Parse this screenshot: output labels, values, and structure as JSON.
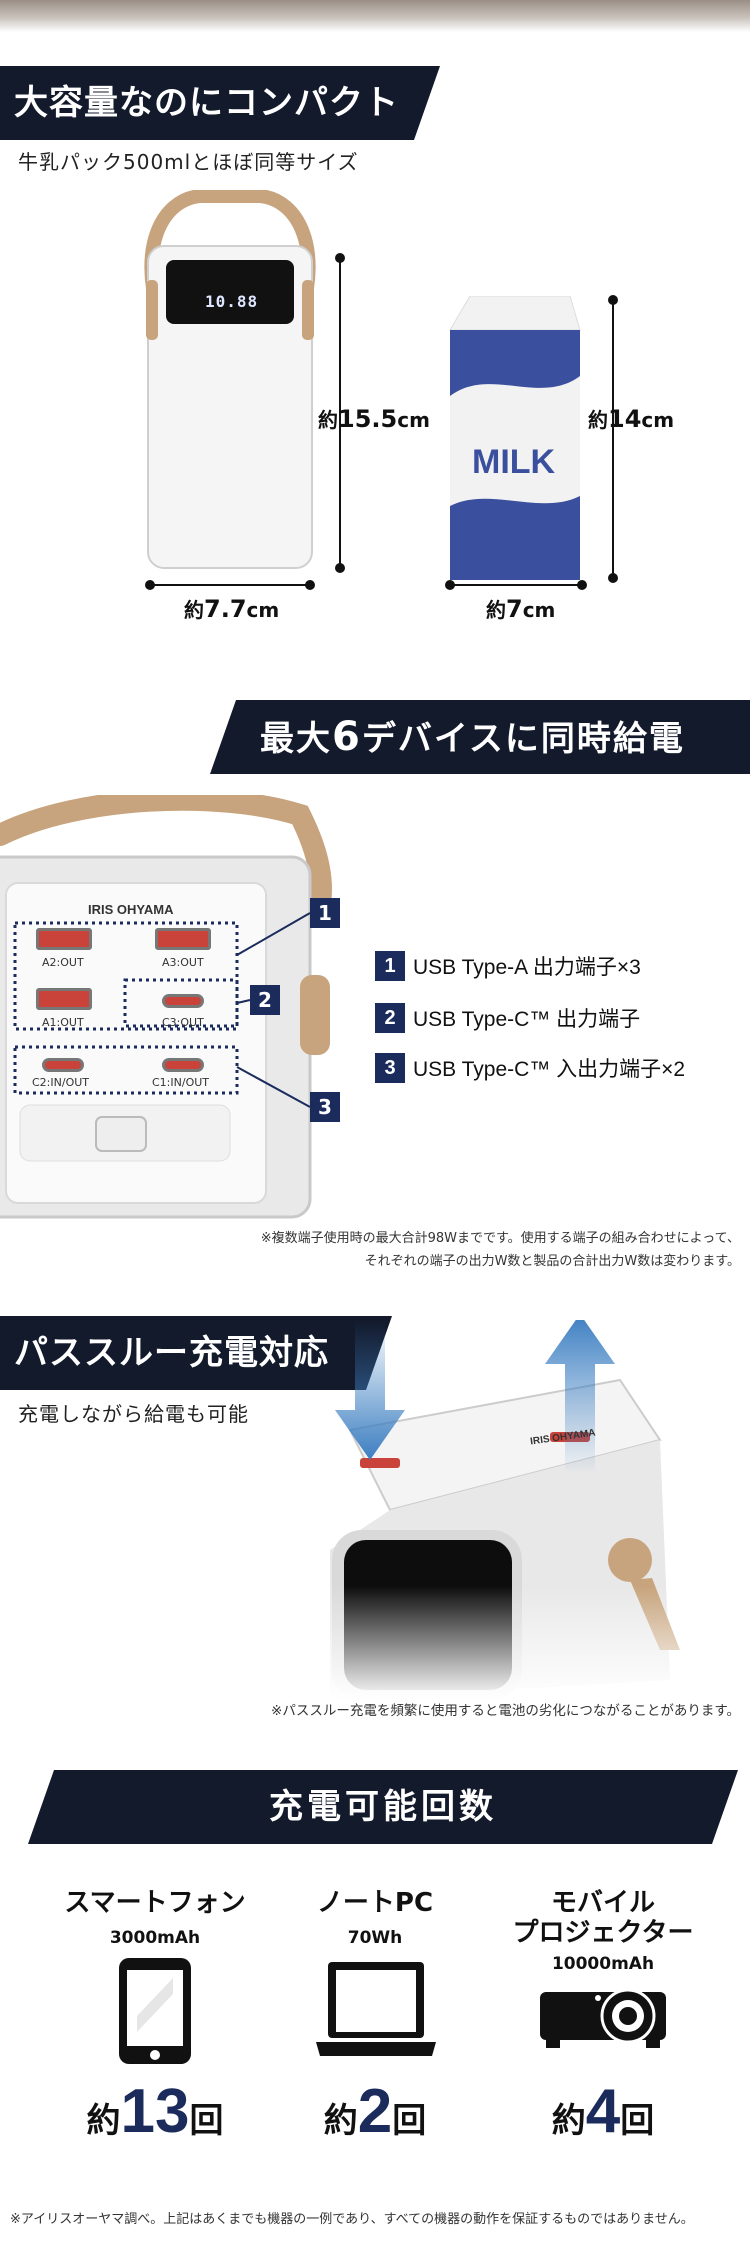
{
  "section_compact": {
    "title": "大容量なのにコンパクト",
    "subtitle": "牛乳パック500mlとほぼ同等サイズ",
    "device_height_prefix": "約",
    "device_height_value": "15.5",
    "device_height_unit": "cm",
    "device_width_prefix": "約",
    "device_width_value": "7.7",
    "device_width_unit": "cm",
    "milk_height_prefix": "約",
    "milk_height_value": "14",
    "milk_height_unit": "cm",
    "milk_width_prefix": "約",
    "milk_width_value": "7",
    "milk_width_unit": "cm",
    "milk_label": "MILK",
    "display_readout": "10.88"
  },
  "section_ports": {
    "title_prefix": "最大",
    "title_number": "6",
    "title_suffix": "デバイスに同時給電",
    "brand": "IRIS OHYAMA",
    "ports": [
      {
        "label": "A2:OUT"
      },
      {
        "label": "A3:OUT"
      },
      {
        "label": "A1:OUT"
      },
      {
        "label": "C3:OUT"
      },
      {
        "label": "C2:IN/OUT"
      },
      {
        "label": "C1:IN/OUT"
      }
    ],
    "legend": [
      {
        "num": "1",
        "text": "USB Type-A 出力端子×3"
      },
      {
        "num": "2",
        "text": "USB Type-C™ 出力端子"
      },
      {
        "num": "3",
        "text": "USB Type-C™ 入出力端子×2"
      }
    ],
    "note_line1": "※複数端子使用時の最大合計98Wまでです。使用する端子の組み合わせによって、",
    "note_line2": "それぞれの端子の出力W数と製品の合計出力W数は変わります。"
  },
  "section_passthrough": {
    "title": "パススルー充電対応",
    "subtitle": "充電しながら給電も可能",
    "brand": "IRIS OHYAMA",
    "note": "※パススルー充電を頻繁に使用すると電池の劣化につながることがあります。"
  },
  "section_charge_count": {
    "title": "充電可能回数",
    "devices": [
      {
        "name": "スマートフォン",
        "spec": "3000mAh",
        "prefix": "約",
        "count": "13",
        "suffix": "回",
        "icon": "smartphone-icon"
      },
      {
        "name": "ノートPC",
        "spec": "70Wh",
        "prefix": "約",
        "count": "2",
        "suffix": "回",
        "icon": "laptop-icon"
      },
      {
        "name_line1": "モバイル",
        "name_line2": "プロジェクター",
        "spec": "10000mAh",
        "prefix": "約",
        "count": "4",
        "suffix": "回",
        "icon": "projector-icon"
      }
    ],
    "footnote": "※アイリスオーヤマ調べ。上記はあくまでも機器の一例であり、すべての機器の動作を保証するものではありません。"
  },
  "colors": {
    "navy": "#131a2c",
    "number_badge": "#1a2b5c",
    "milk_blue": "#3a4f9e",
    "port_red": "#c9433b",
    "arrow_blue": "#3d7fc2"
  }
}
